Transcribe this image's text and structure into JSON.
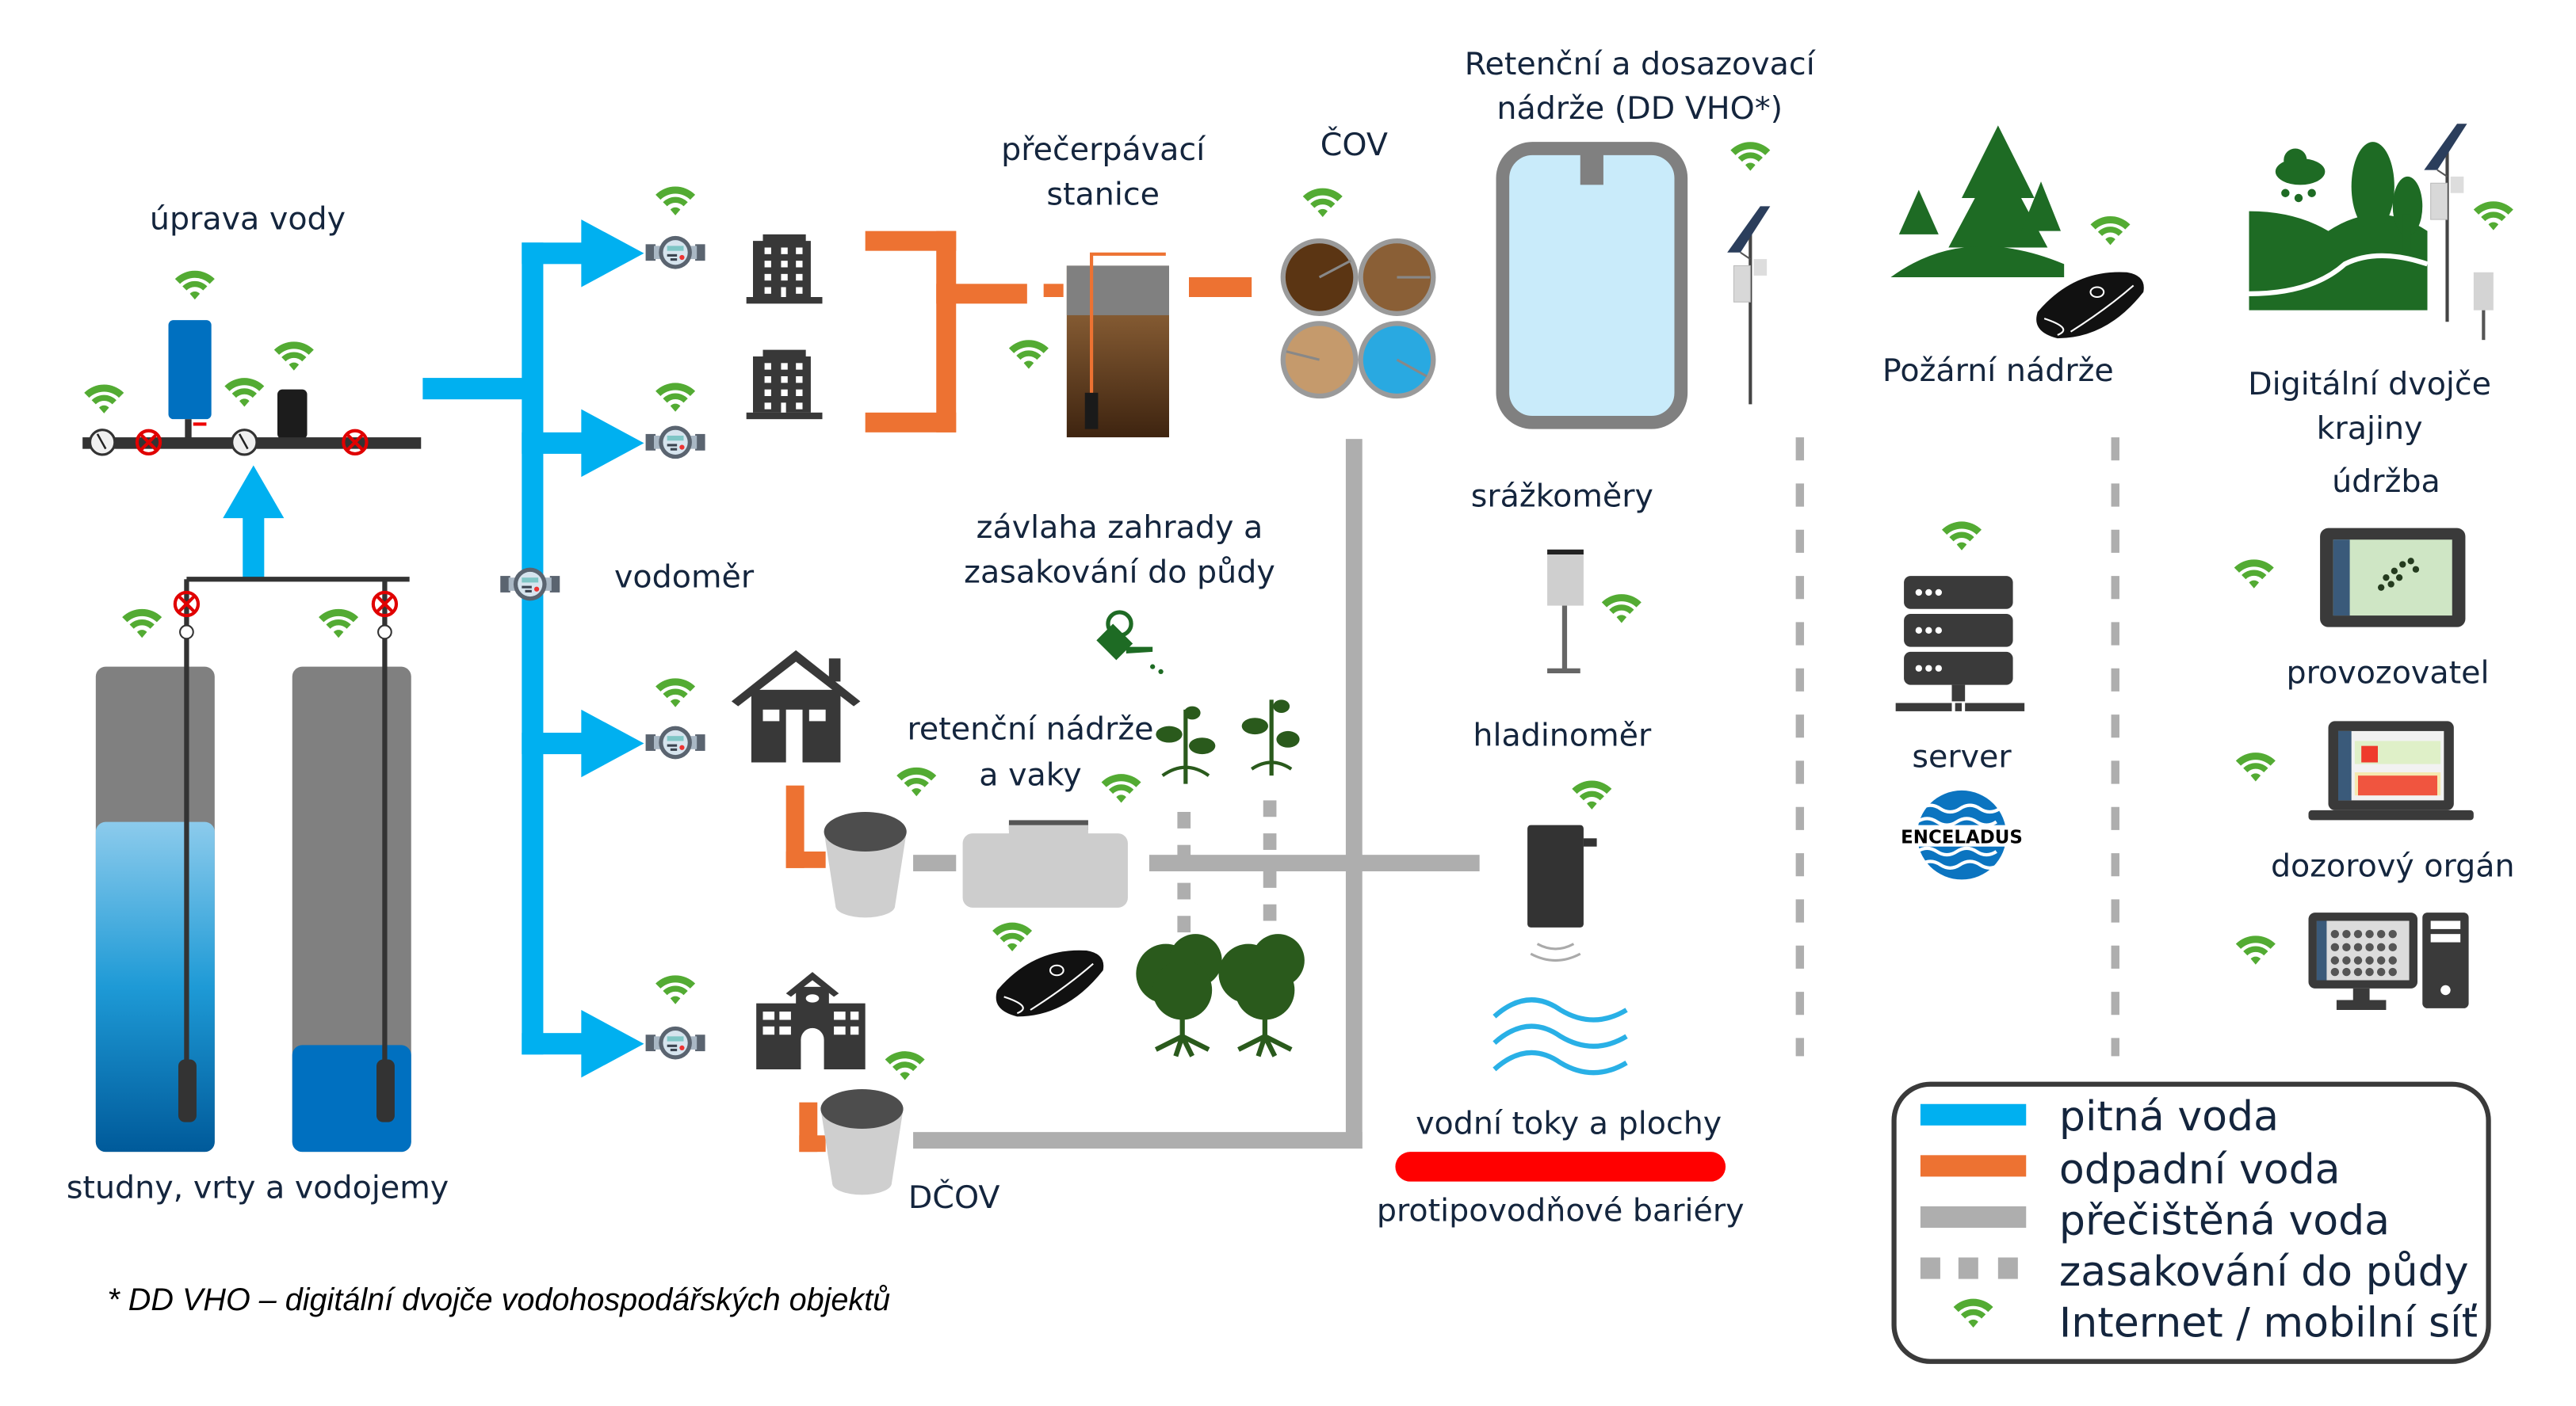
{
  "colors": {
    "potable": "#00b0f0",
    "waste": "#ed7232",
    "treated": "#aeaeae",
    "wifi": "#53ab33",
    "icon_dark": "#383838",
    "barrier": "#ff0000",
    "forest_green": "#1e6b24"
  },
  "labels": {
    "water_treatment": "úprava vody",
    "wells": "studny, vrty a vodojemy",
    "water_meter": "vodoměr",
    "pumping_station_1": "přečerpávací",
    "pumping_station_2": "stanice",
    "wwtp": "ČOV",
    "retention_tanks_1": "Retenční a dosazovací",
    "retention_tanks_2": "nádrže (DD VHO*)",
    "fire_tanks": "Požární nádrže",
    "landscape_twin_1": "Digitální dvojče",
    "landscape_twin_2": "krajiny",
    "maintenance": "údržba",
    "operator": "provozovatel",
    "supervisory_body": "dozorový orgán",
    "irrigation_1": "závlaha zahrady a",
    "irrigation_2": "zasakování do půdy",
    "rain_gauges": "srážkoměry",
    "level_meter": "hladinoměr",
    "retention_bags_1": "retenční nádrže",
    "retention_bags_2": "a vaky",
    "server": "server",
    "server_brand": "ENCELADUS",
    "domestic_wwtp": "DČOV",
    "watercourses": "vodní toky a plochy",
    "flood_barriers": "protipovodňové bariéry",
    "footnote": "* DD VHO – digitální dvojče vodohospodářských objektů"
  },
  "legend": {
    "items": [
      {
        "label": "pitná voda",
        "type": "potable"
      },
      {
        "label": "odpadní voda",
        "type": "waste"
      },
      {
        "label": "přečištěná voda",
        "type": "treated"
      },
      {
        "label": "zasakování do půdy",
        "type": "infiltration"
      },
      {
        "label": "Internet / mobilní síť",
        "type": "wifi"
      }
    ]
  },
  "wells": [
    {
      "name": "well-left",
      "fill_level": 0.68
    },
    {
      "name": "well-right",
      "fill_level": 0.22
    }
  ]
}
